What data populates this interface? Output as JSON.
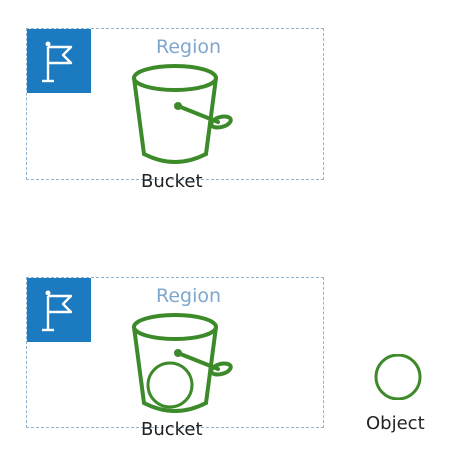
{
  "diagram_top": {
    "region_label": "Region",
    "bucket_label": "Bucket"
  },
  "diagram_bottom": {
    "region_label": "Region",
    "bucket_label": "Bucket",
    "object_label": "Object"
  },
  "colors": {
    "region_border": "#8fb3d1",
    "region_label": "#7ea7cf",
    "flag_badge": "#1b7ac0",
    "bucket_stroke": "#3d8a2a",
    "text": "#222222"
  },
  "icons": {
    "region_flag": "flag-icon",
    "bucket": "bucket-icon",
    "object": "object-icon"
  }
}
